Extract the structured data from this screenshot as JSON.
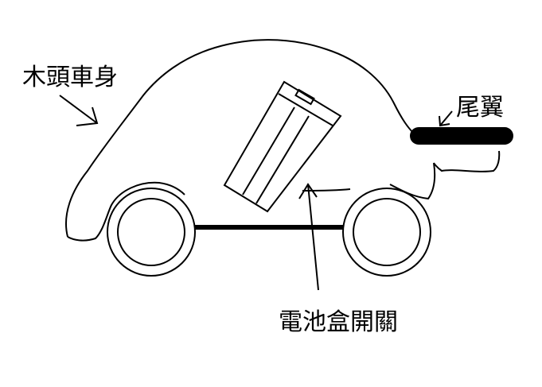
{
  "labels": {
    "body": "木頭車身",
    "spoiler": "尾翼",
    "battery_switch": "電池盒開關"
  },
  "colors": {
    "ink": "#000000",
    "background": "#ffffff"
  }
}
